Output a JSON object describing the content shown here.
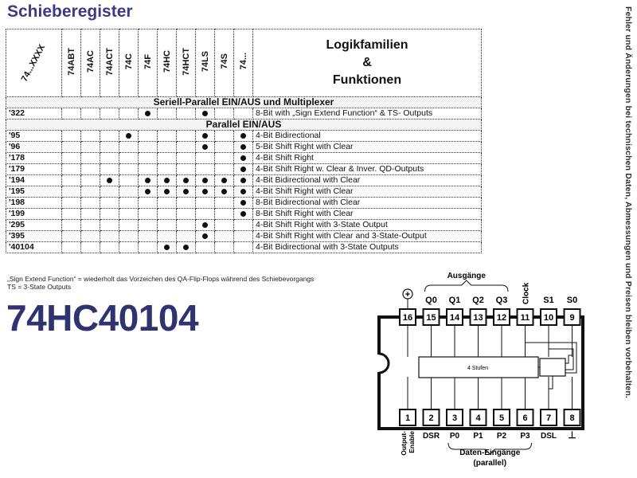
{
  "title": "Schieberegister",
  "side_note": "Fehler und Änderungen bei technischen Daten, Abmessungen und Preisen bleiben vorbehalten.",
  "table": {
    "corner_label": "74...XXXX",
    "families": [
      "74ABT",
      "74AC",
      "74ACT",
      "74C",
      "74F",
      "74HC",
      "74HCT",
      "74LS",
      "74S",
      "74..."
    ],
    "header_title": [
      "Logikfamilien",
      "&",
      "Funktionen"
    ],
    "sections": [
      {
        "title": "Seriell-Parallel EIN/AUS und Multiplexer",
        "rows": [
          {
            "part": "'322",
            "marks": [
              4,
              7
            ],
            "function": "8-Bit with „Sign Extend Function“ & TS- Outputs"
          }
        ]
      },
      {
        "title": "Parallel EIN/AUS",
        "rows": [
          {
            "part": "'95",
            "marks": [
              3,
              7,
              9
            ],
            "function": "4-Bit Bidirectional"
          },
          {
            "part": "'96",
            "marks": [
              7,
              9
            ],
            "function": "5-Bit Shift Right with Clear"
          },
          {
            "part": "'178",
            "marks": [
              9
            ],
            "function": "4-Bit Shift Right"
          },
          {
            "part": "'179",
            "marks": [
              9
            ],
            "function": "4-Bit Shift Right w. Clear & Inver. QD-Outputs"
          },
          {
            "part": "'194",
            "marks": [
              2,
              4,
              5,
              6,
              7,
              8,
              9
            ],
            "function": "4-Bit Bidirectional with Clear"
          },
          {
            "part": "'195",
            "marks": [
              4,
              5,
              6,
              7,
              8,
              9
            ],
            "function": "4-Bit Shift Right with Clear"
          },
          {
            "part": "'198",
            "marks": [
              9
            ],
            "function": "8-Bit Bidirectional with Clear"
          },
          {
            "part": "'199",
            "marks": [
              9
            ],
            "function": "8-Bit Shift Right with Clear"
          },
          {
            "part": "'295",
            "marks": [
              7
            ],
            "function": "4-Bit Shift Right with 3-State Output"
          },
          {
            "part": "'395",
            "marks": [
              7
            ],
            "function": "4-Bit Shift Right with Clear and 3-State-Output"
          },
          {
            "part": "'40104",
            "marks": [
              5,
              6
            ],
            "function": "4-Bit Bidirectional with 3-State Outputs"
          }
        ]
      }
    ]
  },
  "footnotes": [
    "„Sign Extend Function“ = wiederholt das Vorzeichen des QA-Flip-Flops während des Schiebevorgangs",
    "TS = 3-State Outputs"
  ],
  "chip_name": "74HC40104",
  "pinout": {
    "top_group_label": "Ausgänge",
    "bottom_group_label": [
      "Daten-Eingänge",
      "(parallel)"
    ],
    "inner_label": "4 Stufen",
    "top_pin_numbers": [
      "16",
      "15",
      "14",
      "13",
      "12",
      "11",
      "10",
      "9"
    ],
    "top_pin_labels": [
      "+",
      "Q0",
      "Q1",
      "Q2",
      "Q3",
      "Clock",
      "S1",
      "S0"
    ],
    "bottom_pin_numbers": [
      "1",
      "2",
      "3",
      "4",
      "5",
      "6",
      "7",
      "8"
    ],
    "bottom_pin_labels": [
      "Output-Enable",
      "DSR",
      "P0",
      "P1",
      "P2",
      "P3",
      "DSL",
      "⊥"
    ]
  }
}
